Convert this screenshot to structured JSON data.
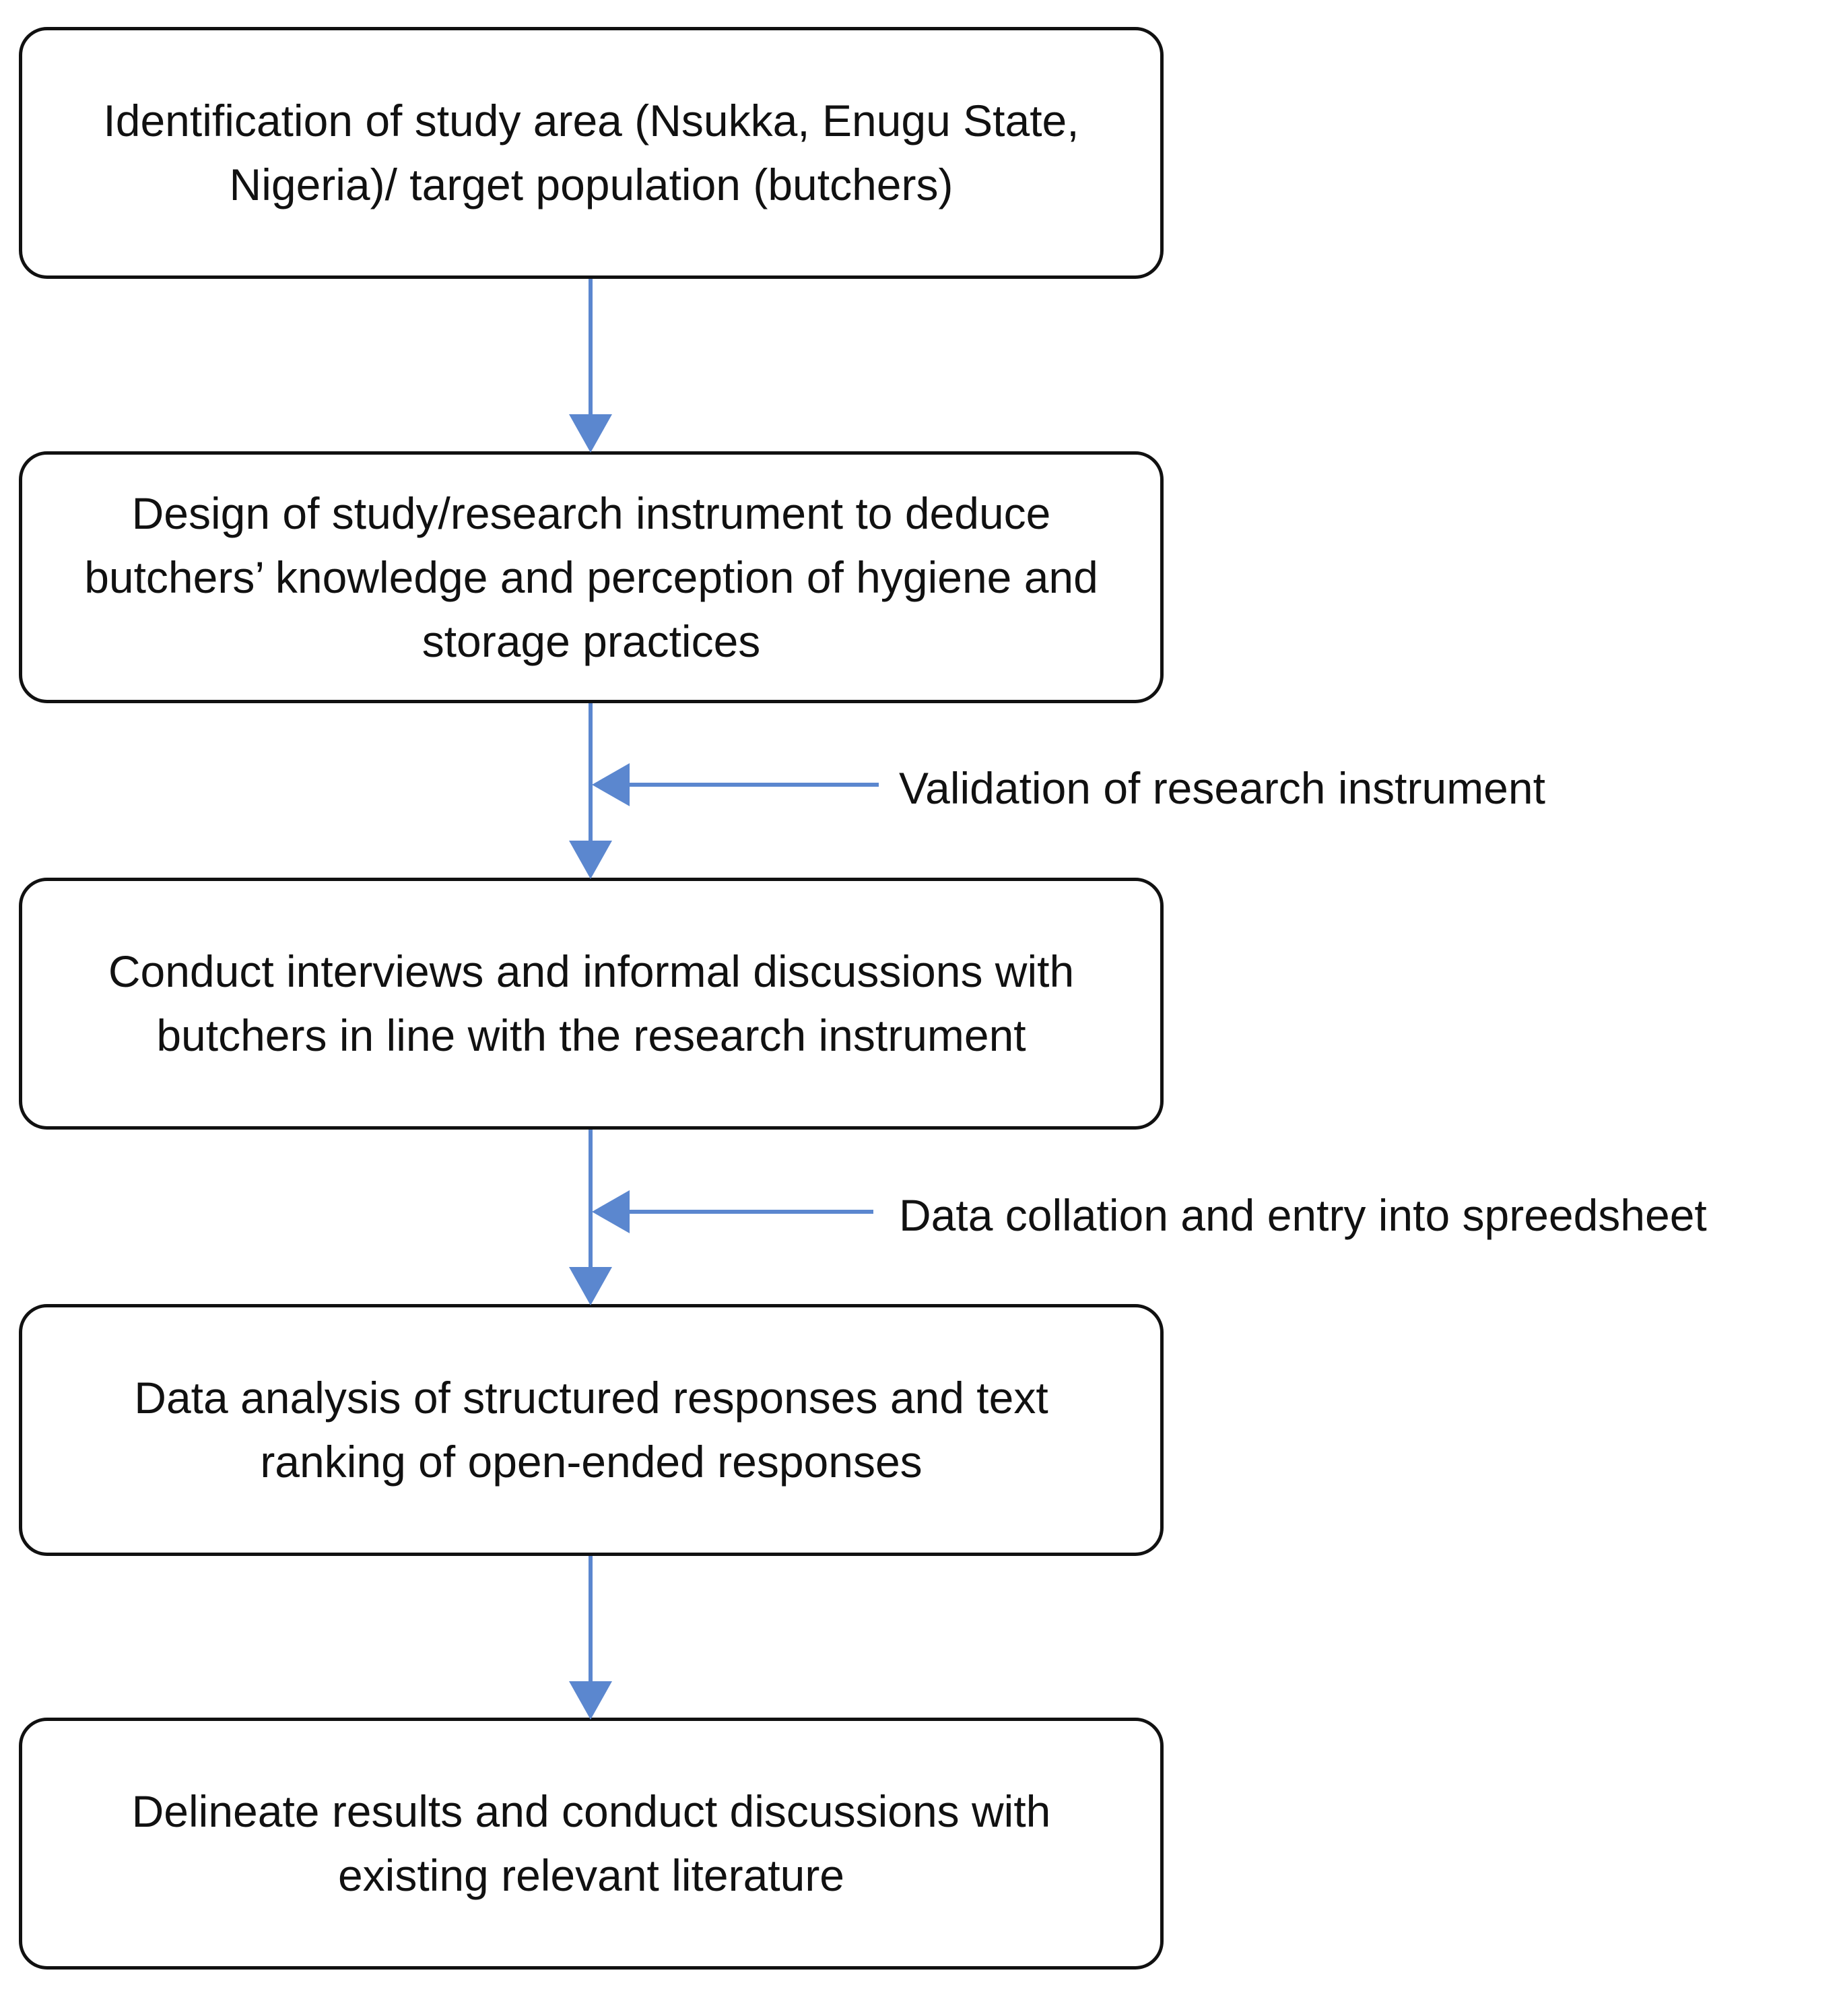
{
  "steps": [
    {
      "id": "identify",
      "text": "Identification of study area (Nsukka, Enugu State, Nigeria)/ target population (butchers)"
    },
    {
      "id": "design",
      "text": "Design of study/research instrument to deduce butchers’ knowledge and perception of hygiene and storage practices"
    },
    {
      "id": "interviews",
      "text": "Conduct interviews and informal discussions with butchers in line with the research instrument"
    },
    {
      "id": "analysis",
      "text": "Data analysis of structured responses and text ranking of open-ended responses"
    },
    {
      "id": "results",
      "text": "Delineate results and conduct discussions with existing relevant literature"
    }
  ],
  "side_inputs": [
    {
      "text": "Validation of research instrument"
    },
    {
      "text": "Data collation and entry into spreedsheet"
    }
  ],
  "colors": {
    "arrow": "#5b87cf",
    "box_border": "#111111",
    "text": "#111111"
  }
}
